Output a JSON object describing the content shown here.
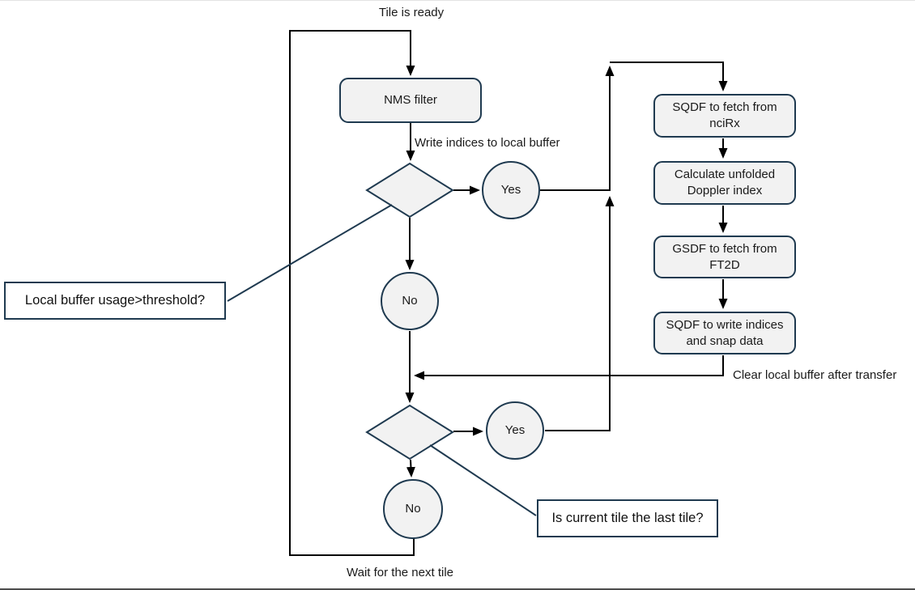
{
  "diagram": {
    "title_hint": "Tile processing flowchart",
    "colors": {
      "shape_fill": "#f2f2f2",
      "shape_border": "#1f3a50",
      "connector": "#000000",
      "background": "#ffffff"
    },
    "labels": {
      "tile_ready": "Tile is ready",
      "write_indices": "Write indices to local buffer",
      "clear_buffer": "Clear local buffer after transfer",
      "wait_next_tile": "Wait for the next tile"
    },
    "nodes": {
      "nms": "NMS filter",
      "sqdf_fetch": "SQDF to fetch from\nnciRx",
      "calc_doppler": "Calculate unfolded\nDoppler index",
      "gsdf_fetch": "GSDF to fetch from\nFT2D",
      "sqdf_write": "SQDF to write indices\nand snap data",
      "decision1_yes": "Yes",
      "decision1_no": "No",
      "decision2_yes": "Yes",
      "decision2_no": "No"
    },
    "callouts": {
      "buffer_threshold": "Local buffer usage>threshold?",
      "last_tile": "Is current tile the last tile?"
    }
  }
}
